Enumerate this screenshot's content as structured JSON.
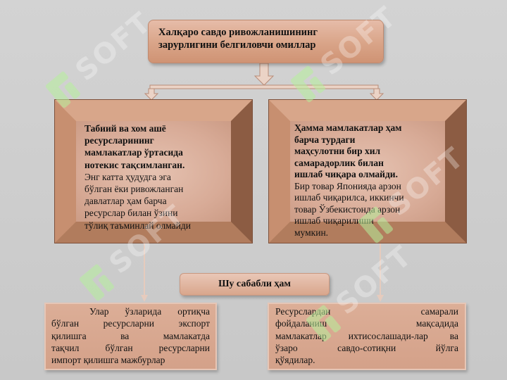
{
  "slide": {
    "title": {
      "lines": [
        "Халқаро савдо ривожланишининг",
        "зарурлигини белгиловчи омиллар"
      ]
    },
    "factors": [
      {
        "bold_lines": [
          "Табиий ва хом ашё",
          "ресурсларининг",
          "мамлакатлар ўртасида",
          "нотекис тақсимланган."
        ],
        "lines": [
          "Энг катта ҳудудга эга",
          "бўлган ёки ривожланган",
          "давлатлар ҳам барча",
          "ресурслар билан ўзини",
          "тўлиқ таъминлай олмайди"
        ]
      },
      {
        "bold_lines": [
          "Ҳамма мамлакатлар ҳам",
          "барча турдаги",
          "маҳсулотни бир хил",
          "самарадорлик билан",
          "ишлаб чиқара олмайди."
        ],
        "lines": [
          "Бир товар Японияда арзон",
          "ишлаб чиқарилса, иккинчи",
          "товар Ўзбекистонда арзон",
          "ишлаб чиқарилиши",
          "мумкин."
        ]
      }
    ],
    "connector_label": "Шу сабабли ҳам",
    "conclusions": [
      {
        "lines": [
          "Улар ўзларида ортиқча",
          "бўлган ресурсларни экспорт",
          "қилишга ва мамлакатда",
          "тақчил бўлган ресурсларни",
          "импорт қилишга мажбурлар"
        ]
      },
      {
        "lines": [
          "Ресурслардан самарали",
          "фойдаланиш мақсадида",
          "мамлакатлар ихтисослашади-лар ва",
          "ўзаро савдо-сотиқни йўлга",
          "қўядилар."
        ]
      }
    ]
  },
  "watermark": {
    "text": "SOFT",
    "logo_icon": "soft-logo-icon"
  },
  "colors": {
    "background": "#cbcbcb",
    "box_fill": "#d8a890",
    "frame_dark": "#8c5c43",
    "arrow_fill": "#ebd3c6",
    "text": "#111111",
    "watermark_logo": "#b6f09c"
  }
}
